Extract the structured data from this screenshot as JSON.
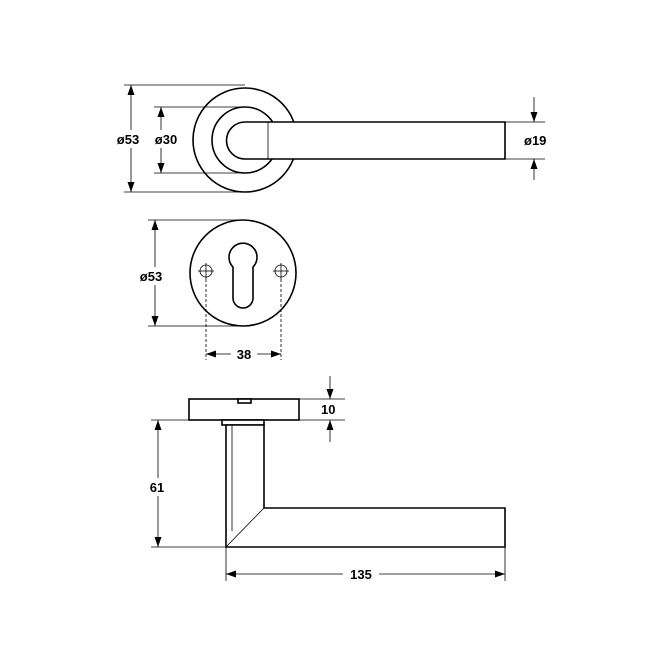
{
  "drawing": {
    "top_view": {
      "rose_outer_diameter": "ø53",
      "rose_inner_diameter": "ø30",
      "lever_diameter": "ø19"
    },
    "escutcheon_view": {
      "diameter": "ø53",
      "hole_spacing": "38"
    },
    "side_view": {
      "rose_thickness": "10",
      "lever_height": "61",
      "lever_length": "135"
    }
  }
}
